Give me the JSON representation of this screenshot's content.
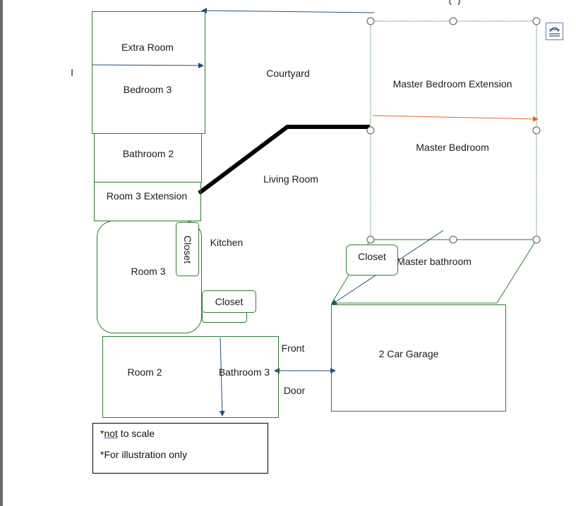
{
  "labels": {
    "extra_room": "Extra Room",
    "bedroom_3": "Bedroom 3",
    "courtyard": "Courtyard",
    "master_bedroom_extension": "Master Bedroom Extension",
    "master_bedroom": "Master Bedroom",
    "bathroom_2": "Bathroom 2",
    "room_3_extension": "Room 3 Extension",
    "living_room": "Living Room",
    "room_3": "Room 3",
    "closet_vertical": "Closet",
    "kitchen": "Kitchen",
    "closet_kitchen": "Closet",
    "closet_master": "Closet",
    "master_bathroom": "Master bathroom",
    "garage": "2 Car Garage",
    "room_2": "Room 2",
    "bathroom_3": "Bathroom 3",
    "front": "Front",
    "door": "Door",
    "stray_char": "l"
  },
  "note": {
    "line1_prefix": "*",
    "line1_underlined": "not",
    "line1_rest": " to scale",
    "line2": "*For illustration only"
  },
  "colors": {
    "room_border": "#2e7d32",
    "arrow_blue": "#1f4e79",
    "arrow_orange": "#e4672b",
    "wall": "#000000"
  }
}
